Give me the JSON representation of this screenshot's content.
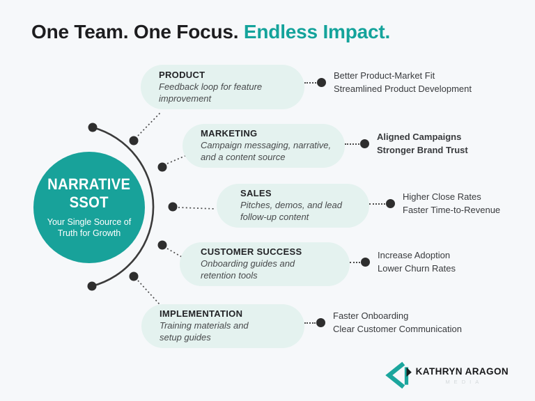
{
  "title": {
    "black": "One Team. One Focus. ",
    "accent": "Endless Impact."
  },
  "colors": {
    "accent_teal": "#14A39B",
    "circle_teal": "#18A29A",
    "bubble_mint": "#E4F2EF",
    "background": "#F6F8FA",
    "arc_dark": "#3B3B3B"
  },
  "center": {
    "line1": "NARRATIVE",
    "line2": "SSOT",
    "subtitle1": "Your Single Source of",
    "subtitle2": "Truth for Growth"
  },
  "branches": [
    {
      "title": "PRODUCT",
      "description": "Feedback loop for feature improvement",
      "outcomes": [
        "Better Product-Market Fit",
        "Streamlined Product Development"
      ]
    },
    {
      "title": "MARKETING",
      "description": "Campaign messaging, narrative, and a content source",
      "outcomes": [
        "Aligned Campaigns",
        "Stronger Brand Trust"
      ]
    },
    {
      "title": "SALES",
      "description": "Pitches, demos, and lead follow-up content",
      "outcomes": [
        "Higher Close Rates",
        "Faster Time-to-Revenue"
      ]
    },
    {
      "title": "CUSTOMER SUCCESS",
      "description": "Onboarding guides and retention tools",
      "outcomes": [
        "Increase Adoption",
        "Lower Churn Rates"
      ]
    },
    {
      "title": "IMPLEMENTATION",
      "description": "Training materials and setup guides",
      "outcomes": [
        "Faster Onboarding",
        "Clear Customer Communication"
      ]
    }
  ],
  "logo": {
    "name": "KATHRYN ARAGON",
    "tagline": "MEDIA"
  }
}
